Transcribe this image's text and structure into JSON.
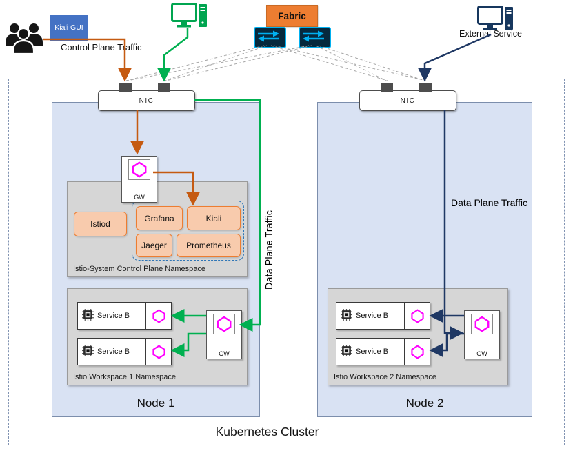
{
  "top": {
    "kiali_gui": "Kiali GUI",
    "control_plane_traffic": "Control Plane Traffic",
    "fabric": "Fabric",
    "external_service": "External Service"
  },
  "cluster": {
    "title": "Kubernetes Cluster",
    "node1": {
      "title": "Node 1",
      "nic": "NIC",
      "gateway_label": "GW",
      "control_plane_namespace": {
        "label": "Istio-System Control Plane Namespace",
        "istiod": "Istiod",
        "grafana": "Grafana",
        "kiali": "Kiali",
        "jaeger": "Jaeger",
        "prometheus": "Prometheus"
      },
      "workspace": {
        "label": "Istio Workspace 1 Namespace",
        "service1": "Service B",
        "service2": "Service B",
        "gateway_label": "GW"
      },
      "data_plane_traffic": "Data Plane Traffic"
    },
    "node2": {
      "title": "Node 2",
      "nic": "NIC",
      "workspace": {
        "label": "Istio Workspace 2 Namespace",
        "service1": "Service B",
        "service2": "Service B",
        "gateway_label": "GW"
      },
      "data_plane_traffic": "Data Plane Traffic"
    }
  },
  "icons": {
    "users": "users-icon",
    "client_pc": "client-computer-icon",
    "external_pc": "external-computer-icon",
    "switch": "network-switch-icon",
    "gateway_hexagon": "istio-gateway-hexagon-icon",
    "service_chip": "chip-icon"
  },
  "colors": {
    "control_plane_arrow": "#C55A11",
    "data_plane_arrow_green": "#00B050",
    "data_plane_arrow_navy": "#1F3864",
    "fabric_fill": "#ED7D31",
    "kiali_gui_fill": "#4472C4",
    "switch_accent": "#00B0F0",
    "gateway_hexagon": "#FF00FF",
    "component_fill": "#F8CBAD",
    "component_border": "#ED7D31",
    "node_fill": "#D9E2F3",
    "namespace_fill": "#D6D6D6"
  }
}
